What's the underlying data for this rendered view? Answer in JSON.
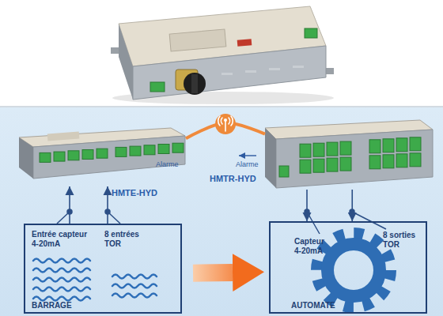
{
  "diagram": {
    "nodes": [
      {
        "text": [
          "HMTE-HYD"
        ]
      },
      {
        "text": [
          "HMTR-HYD"
        ]
      },
      {
        "text": [
          "Entrée capteur 4-20mA",
          "8 entrées TOR",
          "BARRAGE"
        ]
      },
      {
        "text": [
          "Capteur 4-20mA",
          "8 sorties TOR",
          "AUTOMATE"
        ]
      }
    ],
    "edges": [
      {
        "from": 0,
        "to": 1,
        "arrow": "none"
      },
      {
        "from": 2,
        "to": 0,
        "arrow": "to"
      },
      {
        "from": 2,
        "to": 0,
        "arrow": "to"
      },
      {
        "from": 1,
        "to": 3,
        "arrow": "to"
      },
      {
        "from": 1,
        "to": 3,
        "arrow": "to"
      },
      {
        "from": 2,
        "to": 3,
        "arrow": "to"
      }
    ],
    "labels": [
      "Alarme",
      "Alarme"
    ]
  }
}
